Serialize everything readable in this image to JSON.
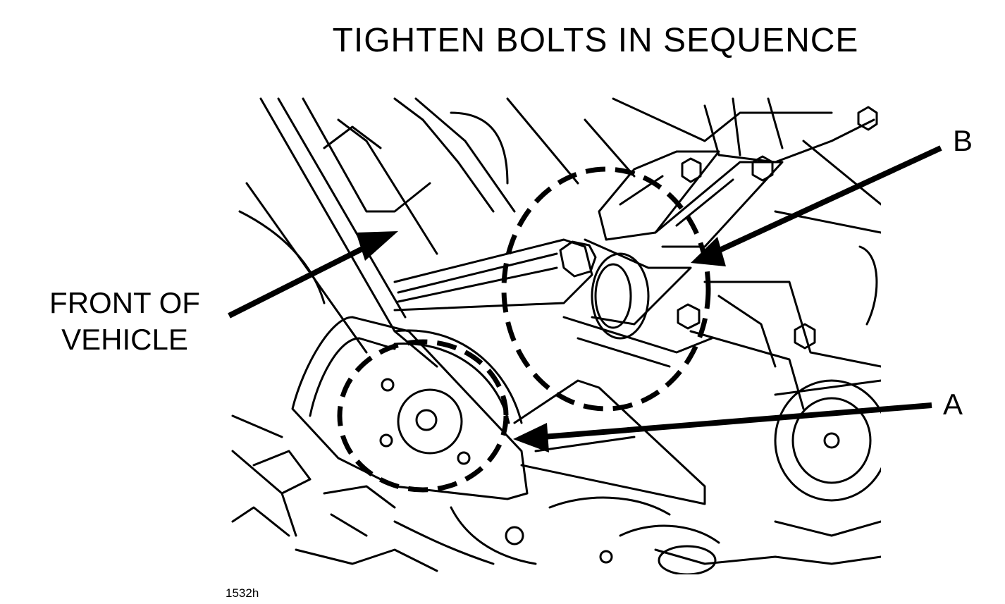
{
  "title": "TIGHTEN BOLTS IN SEQUENCE",
  "callouts": {
    "front_of_vehicle_line1": "FRONT OF",
    "front_of_vehicle_line2": "VEHICLE",
    "b": "B",
    "a": "A"
  },
  "figure_id": "1532h",
  "colors": {
    "ink": "#000000",
    "paper": "#ffffff"
  }
}
